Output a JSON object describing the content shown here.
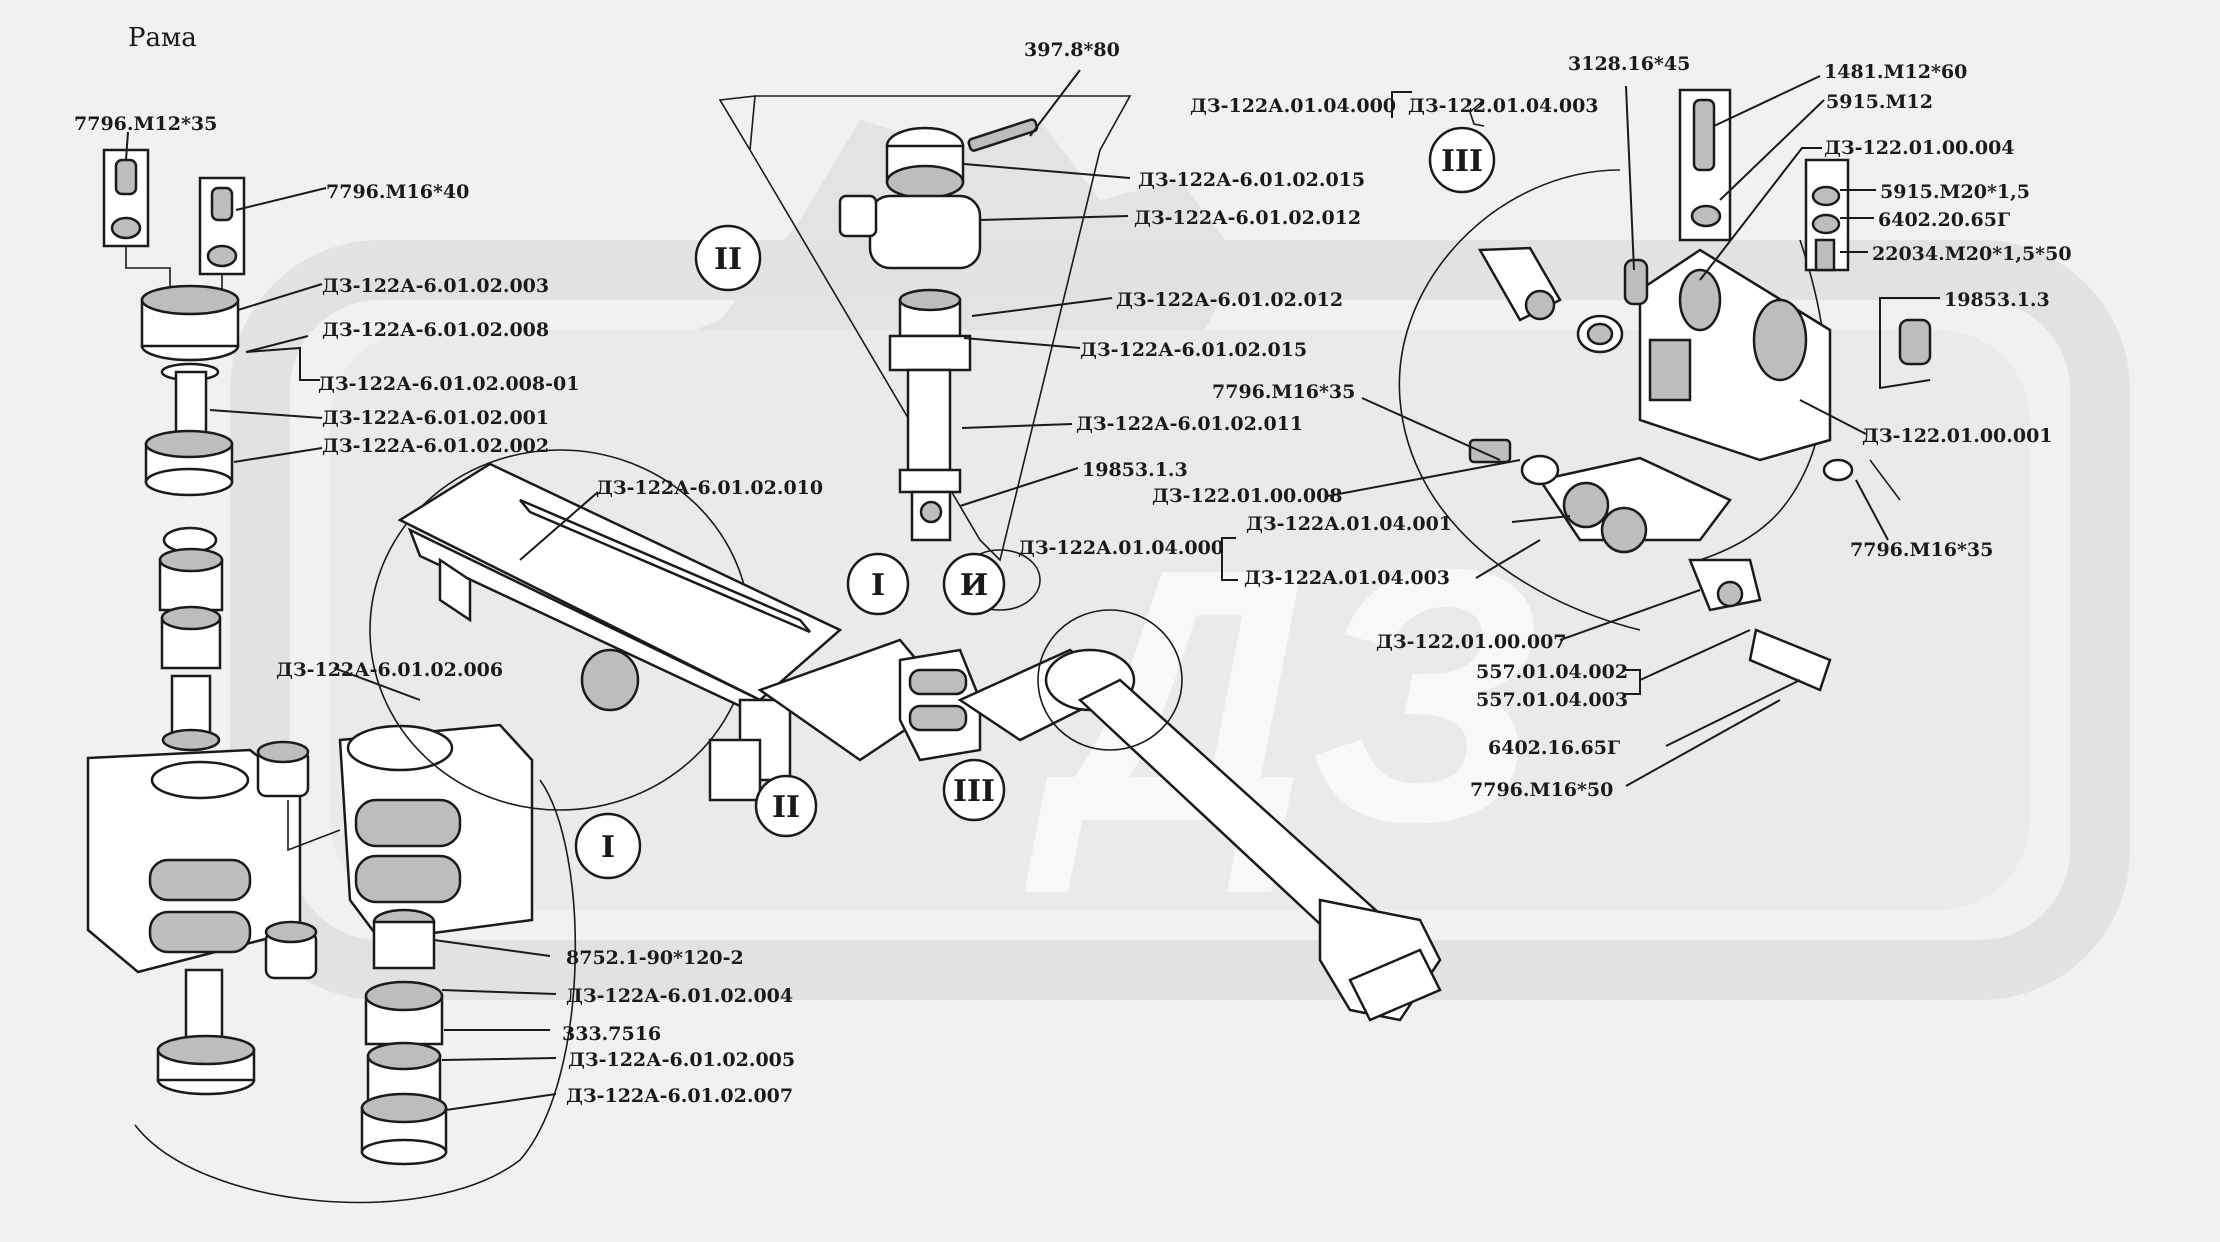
{
  "title": "Рама",
  "labels": {
    "l01": "7796.М12*35",
    "l02": "7796.М16*40",
    "l03": "ДЗ-122А-6.01.02.003",
    "l04": "ДЗ-122А-6.01.02.008",
    "l05": "ДЗ-122А-6.01.02.008-01",
    "l06": "ДЗ-122А-6.01.02.001",
    "l07": "ДЗ-122А-6.01.02.002",
    "l08": "ДЗ-122А-6.01.02.010",
    "l09": "ДЗ-122А-6.01.02.006",
    "l10": "397.8*80",
    "l11": "ДЗ-122А-6.01.02.015",
    "l12": "ДЗ-122А-6.01.02.012",
    "l13": "ДЗ-122А-6.01.02.012",
    "l14": "ДЗ-122А-6.01.02.015",
    "l15": "ДЗ-122А-6.01.02.011",
    "l16": "19853.1.3",
    "l17": "ДЗ-122А.01.04.000",
    "l18": "ДЗ-122.01.04.003",
    "l19": "3128.16*45",
    "l20": "1481.М12*60",
    "l21": "5915.М12",
    "l22": "ДЗ-122.01.00.004",
    "l23": "5915.М20*1,5",
    "l24": "6402.20.65Г",
    "l25": "22034.М20*1,5*50",
    "l26": "19853.1.3",
    "l27": "7796.М16*35",
    "l28": "ДЗ-122.01.00.001",
    "l29": "ДЗ-122.01.00.008",
    "l30": "ДЗ-122А.01.04.001",
    "l31": "ДЗ-122А.01.04.000",
    "l32": "ДЗ-122А.01.04.003",
    "l33": "7796.М16*35",
    "l34": "ДЗ-122.01.00.007",
    "l35": "557.01.04.002",
    "l36": "557.01.04.003",
    "l37": "6402.16.65Г",
    "l38": "7796.М16*50",
    "l39": "8752.1-90*120-2",
    "l40": "ДЗ-122А-6.01.02.004",
    "l41": "333.7516",
    "l42": "ДЗ-122А-6.01.02.005",
    "l43": "ДЗ-122А-6.01.02.007"
  },
  "callouts": {
    "c1": "I",
    "c2": "II",
    "c3": "III",
    "c4": "I",
    "c5": "И",
    "c6": "II",
    "c7": "III"
  }
}
